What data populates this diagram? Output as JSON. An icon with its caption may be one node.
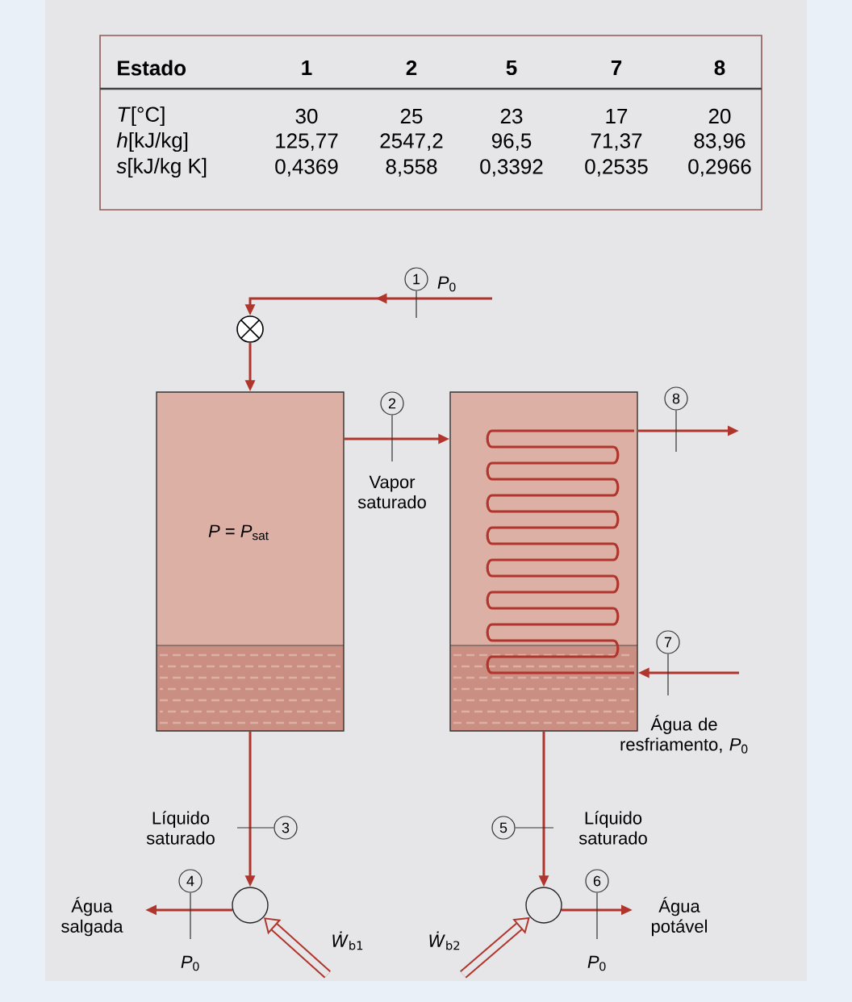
{
  "diagram": {
    "nodes": [
      {
        "text": [
          "1"
        ],
        "beside": [
          "*P*$_{0}$"
        ]
      },
      {
        "text": [],
        "shape": "circle"
      },
      {
        "text": [
          "*P* = *P*$_{sat}$"
        ]
      },
      {
        "text": [
          "2"
        ]
      },
      {
        "text": [],
        "shape": "box"
      },
      {
        "text": [
          "8"
        ]
      },
      {
        "text": [
          "7"
        ]
      },
      {
        "text": [
          "3"
        ]
      },
      {
        "text": [
          "5"
        ]
      },
      {
        "text": [
          "4"
        ],
        "beside": [
          "*P*$_{0}$"
        ]
      },
      {
        "text": [],
        "shape": "circle"
      },
      {
        "text": [],
        "shape": "circle"
      },
      {
        "text": [
          "6"
        ],
        "beside": [
          "*P*$_{0}$"
        ]
      }
    ],
    "edges": [
      {
        "from": null,
        "to": 1,
        "arrow": "to"
      },
      {
        "from": 1,
        "to": 2,
        "arrow": "to"
      },
      {
        "from": 2,
        "to": 4,
        "arrow": "to"
      },
      {
        "from": 4,
        "to": null,
        "arrow": "to"
      },
      {
        "from": null,
        "to": 4,
        "arrow": "to"
      },
      {
        "from": 2,
        "to": 10,
        "arrow": "to"
      },
      {
        "from": 10,
        "to": null,
        "arrow": "to"
      },
      {
        "from": 4,
        "to": 11,
        "arrow": "to"
      },
      {
        "from": 11,
        "to": null,
        "arrow": "to"
      },
      {
        "from": null,
        "to": 10,
        "arrow": "to",
        "style": "thick"
      },
      {
        "from": null,
        "to": 11,
        "arrow": "to",
        "style": "thick"
      },
      {
        "from": 0,
        "to": null,
        "arrow": "none",
        "color": "#333333"
      },
      {
        "from": 3,
        "to": null,
        "arrow": "none",
        "color": "#333333"
      },
      {
        "from": 5,
        "to": null,
        "arrow": "none",
        "color": "#333333"
      },
      {
        "from": 6,
        "to": null,
        "arrow": "none",
        "color": "#333333"
      },
      {
        "from": 7,
        "to": null,
        "arrow": "none",
        "color": "#333333"
      },
      {
        "from": 8,
        "to": null,
        "arrow": "none",
        "color": "#333333"
      },
      {
        "from": 9,
        "to": null,
        "arrow": "none",
        "color": "#333333"
      },
      {
        "from": 12,
        "to": null,
        "arrow": "none",
        "color": "#333333"
      }
    ],
    "labels": [
      "Estado",
      "1",
      "2",
      "5",
      "7",
      "8",
      "*T*[°C]",
      "30",
      "25",
      "23",
      "17",
      "20",
      "*h*[kJ/kg]",
      "125,77",
      "2547,2",
      "96,5",
      "71,37",
      "83,96",
      "*s*[kJ/kg K]",
      "0,4369",
      "8,558",
      "0,3392",
      "0,2535",
      "0,2966",
      "Vapor saturado",
      "Água de resfriamento, *P*$_{0}$",
      "Líquido saturado",
      "Líquido saturado",
      "Água salgada",
      "*Ẇ*$_{b1}$",
      "*Ẇ*$_{b2}$",
      "Água potável"
    ]
  }
}
